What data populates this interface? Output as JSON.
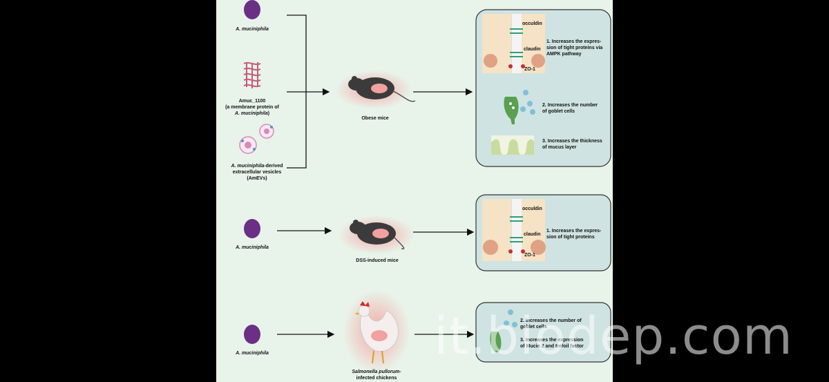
{
  "sections": [
    {
      "sources": [
        {
          "name": "A. muciniphila",
          "icon": "bacterium-icon"
        },
        {
          "name": "Amuc_1100",
          "detail": "(a membrane protein of",
          "detail_italic": "A. muciniphila",
          "detail_end": ")",
          "icon": "membrane-protein-icon"
        },
        {
          "name_italic": "A. muciniphila",
          "name_rest": "-derived",
          "detail": "extracellular vesicles",
          "detail2": "(AmEVs)",
          "icon": "vesicle-icon"
        }
      ],
      "host": "Obese mice",
      "effects": [
        "1. Increases the expres-",
        "sion of tight proteins via",
        "AMPK pathway",
        "2. Increases the number",
        "of goblet cells",
        "3. Increases the thickness",
        "of mucus layer"
      ],
      "proteins": [
        "occuldin",
        "claudin",
        "ZO-1"
      ]
    },
    {
      "sources": [
        {
          "name": "A. muciniphila",
          "icon": "bacterium-icon"
        }
      ],
      "host": "DSS-induced mice",
      "effects": [
        "1. Increases the expres-",
        "sion of tight proteins"
      ],
      "proteins": [
        "occuldin",
        "claudin",
        "ZO-1"
      ]
    },
    {
      "sources": [
        {
          "name": "A. muciniphila",
          "icon": "bacterium-icon"
        }
      ],
      "host_italic": "Salmonella pullorum",
      "host_rest": "-",
      "host_line2": "infected chickens",
      "effects": [
        "2. Increases the number of",
        "goblet cells",
        "3. Increases the expression",
        "of Mucin 2 and trefoil factor"
      ]
    }
  ],
  "watermark": "it.biodep.com",
  "colors": {
    "panel_bg": "#e8f3ea",
    "box_bg": "#cfe3e2",
    "bacterium": "#6b2f86",
    "tight_junction": "#2aa07a",
    "mouse_glow": "#ff5a5a"
  }
}
